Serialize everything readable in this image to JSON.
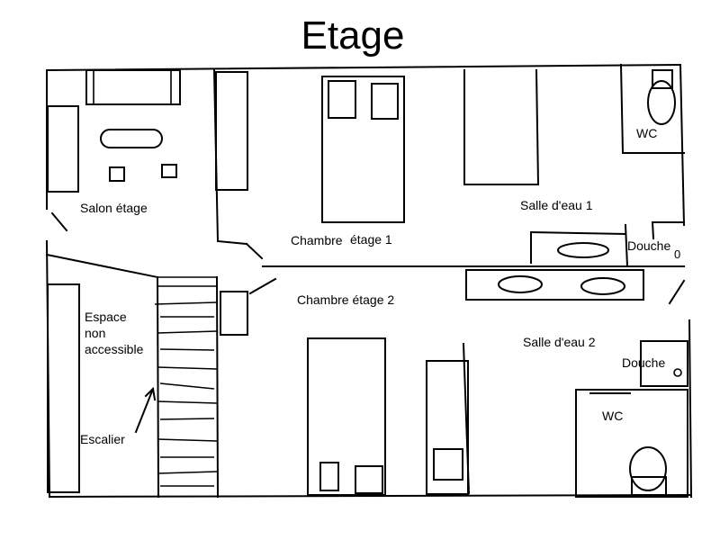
{
  "title": "Etage",
  "rooms": {
    "salon": "Salon étage",
    "chambre1_a": "Chambre",
    "chambre1_b": "étage 1",
    "chambre2": "Chambre étage 2",
    "salle_eau_1": "Salle d'eau 1",
    "salle_eau_2": "Salle d'eau 2",
    "wc_1": "WC",
    "wc_2": "WC",
    "douche_1": "Douche",
    "douche_2": "Douche",
    "espace": [
      "Espace",
      "non",
      "accessible"
    ],
    "escalier": "Escalier"
  }
}
